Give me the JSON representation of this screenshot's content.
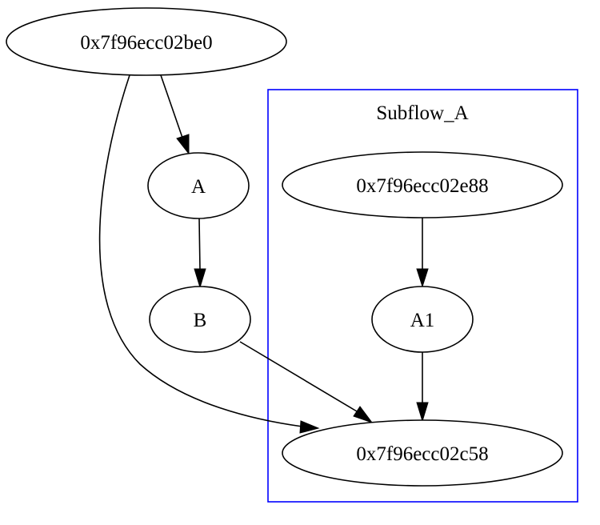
{
  "colors": {
    "cluster_border": "#0000ff",
    "stroke": "#000000",
    "background": "#ffffff"
  },
  "cluster": {
    "label": "Subflow_A"
  },
  "nodes": {
    "top": "0x7f96ecc02be0",
    "a": "A",
    "b": "B",
    "sub_top": "0x7f96ecc02e88",
    "a1": "A1",
    "bottom": "0x7f96ecc02c58"
  },
  "edges": [
    {
      "from": "0x7f96ecc02be0",
      "to": "A"
    },
    {
      "from": "0x7f96ecc02be0",
      "to": "0x7f96ecc02c58"
    },
    {
      "from": "A",
      "to": "B"
    },
    {
      "from": "B",
      "to": "0x7f96ecc02c58"
    },
    {
      "from": "0x7f96ecc02e88",
      "to": "A1"
    },
    {
      "from": "A1",
      "to": "0x7f96ecc02c58"
    }
  ]
}
